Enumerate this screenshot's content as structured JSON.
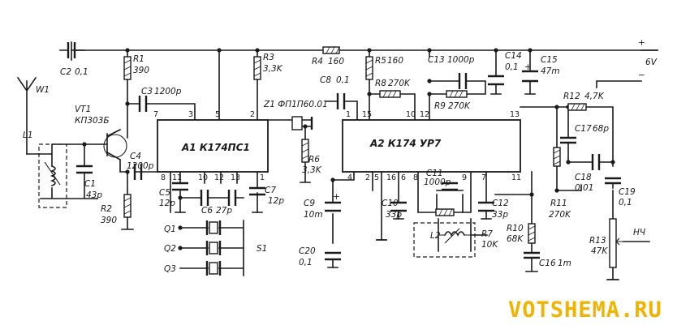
{
  "watermark": "VOTSHEMA.RU",
  "supply": {
    "plus": "+",
    "voltage": "6V",
    "minus": "−"
  },
  "antenna": "W1",
  "transistor": {
    "ref": "VT1",
    "type": "КП303Б"
  },
  "ics": {
    "a1": {
      "label": "A1  К174ПС1",
      "pins": [
        "3",
        "5",
        "2",
        "7",
        "8",
        "11",
        "10",
        "12",
        "13",
        "1"
      ]
    },
    "a2": {
      "label": "A2  К174 УР7",
      "pins": [
        "1",
        "15",
        "10",
        "12",
        "13",
        "4",
        "2",
        "5",
        "16",
        "6",
        "8",
        "9",
        "7",
        "11"
      ]
    }
  },
  "resistors": {
    "r1": {
      "ref": "R1",
      "value": "390"
    },
    "r2": {
      "ref": "R2",
      "value": "390"
    },
    "r3": {
      "ref": "R3",
      "value": "3,3K"
    },
    "r4": {
      "ref": "R4",
      "value": "160"
    },
    "r5": {
      "ref": "R5",
      "value": "160"
    },
    "r6": {
      "ref": "R6",
      "value": "3,3K"
    },
    "r7": {
      "ref": "R7",
      "value": "10K"
    },
    "r8": {
      "ref": "R8",
      "value": "270K"
    },
    "r9": {
      "ref": "R9",
      "value": "270K"
    },
    "r10": {
      "ref": "R10",
      "value": "68K"
    },
    "r11": {
      "ref": "R11",
      "value": "270K"
    },
    "r12": {
      "ref": "R12",
      "value": "4,7K"
    },
    "r13": {
      "ref": "R13",
      "value": "47K"
    }
  },
  "capacitors": {
    "c1": {
      "ref": "C1",
      "value": "43p"
    },
    "c2": {
      "ref": "C2",
      "value": "0,1"
    },
    "c3": {
      "ref": "C3",
      "value": "1200p"
    },
    "c4": {
      "ref": "C4",
      "value": "1200p"
    },
    "c5": {
      "ref": "C5",
      "value": "12p"
    },
    "c6": {
      "ref": "C6",
      "value": "27p"
    },
    "c7": {
      "ref": "C7",
      "value": "12p"
    },
    "c8": {
      "ref": "C8",
      "value": "0,1"
    },
    "c9": {
      "ref": "C9",
      "value": "10m"
    },
    "c10": {
      "ref": "C10",
      "value": "33p"
    },
    "c11": {
      "ref": "C11",
      "value": "1000p"
    },
    "c12": {
      "ref": "C12",
      "value": "33p"
    },
    "c13": {
      "ref": "C13",
      "value": "1000p"
    },
    "c14": {
      "ref": "C14",
      "value": "0,1"
    },
    "c15": {
      "ref": "C15",
      "value": "47m"
    },
    "c16": {
      "ref": "C16",
      "value": "1m"
    },
    "c17": {
      "ref": "C17",
      "value": "68p"
    },
    "c18": {
      "ref": "C18",
      "value": "0,01"
    },
    "c19": {
      "ref": "C19",
      "value": "0,1"
    },
    "c20": {
      "ref": "C20",
      "value": "0,1"
    }
  },
  "coils": {
    "l1": "L1",
    "l2": "L2"
  },
  "filter": "Z1 ФП1П60.01",
  "crystals": [
    "Q1",
    "Q2",
    "Q3"
  ],
  "switch": "S1",
  "output": "НЧ"
}
